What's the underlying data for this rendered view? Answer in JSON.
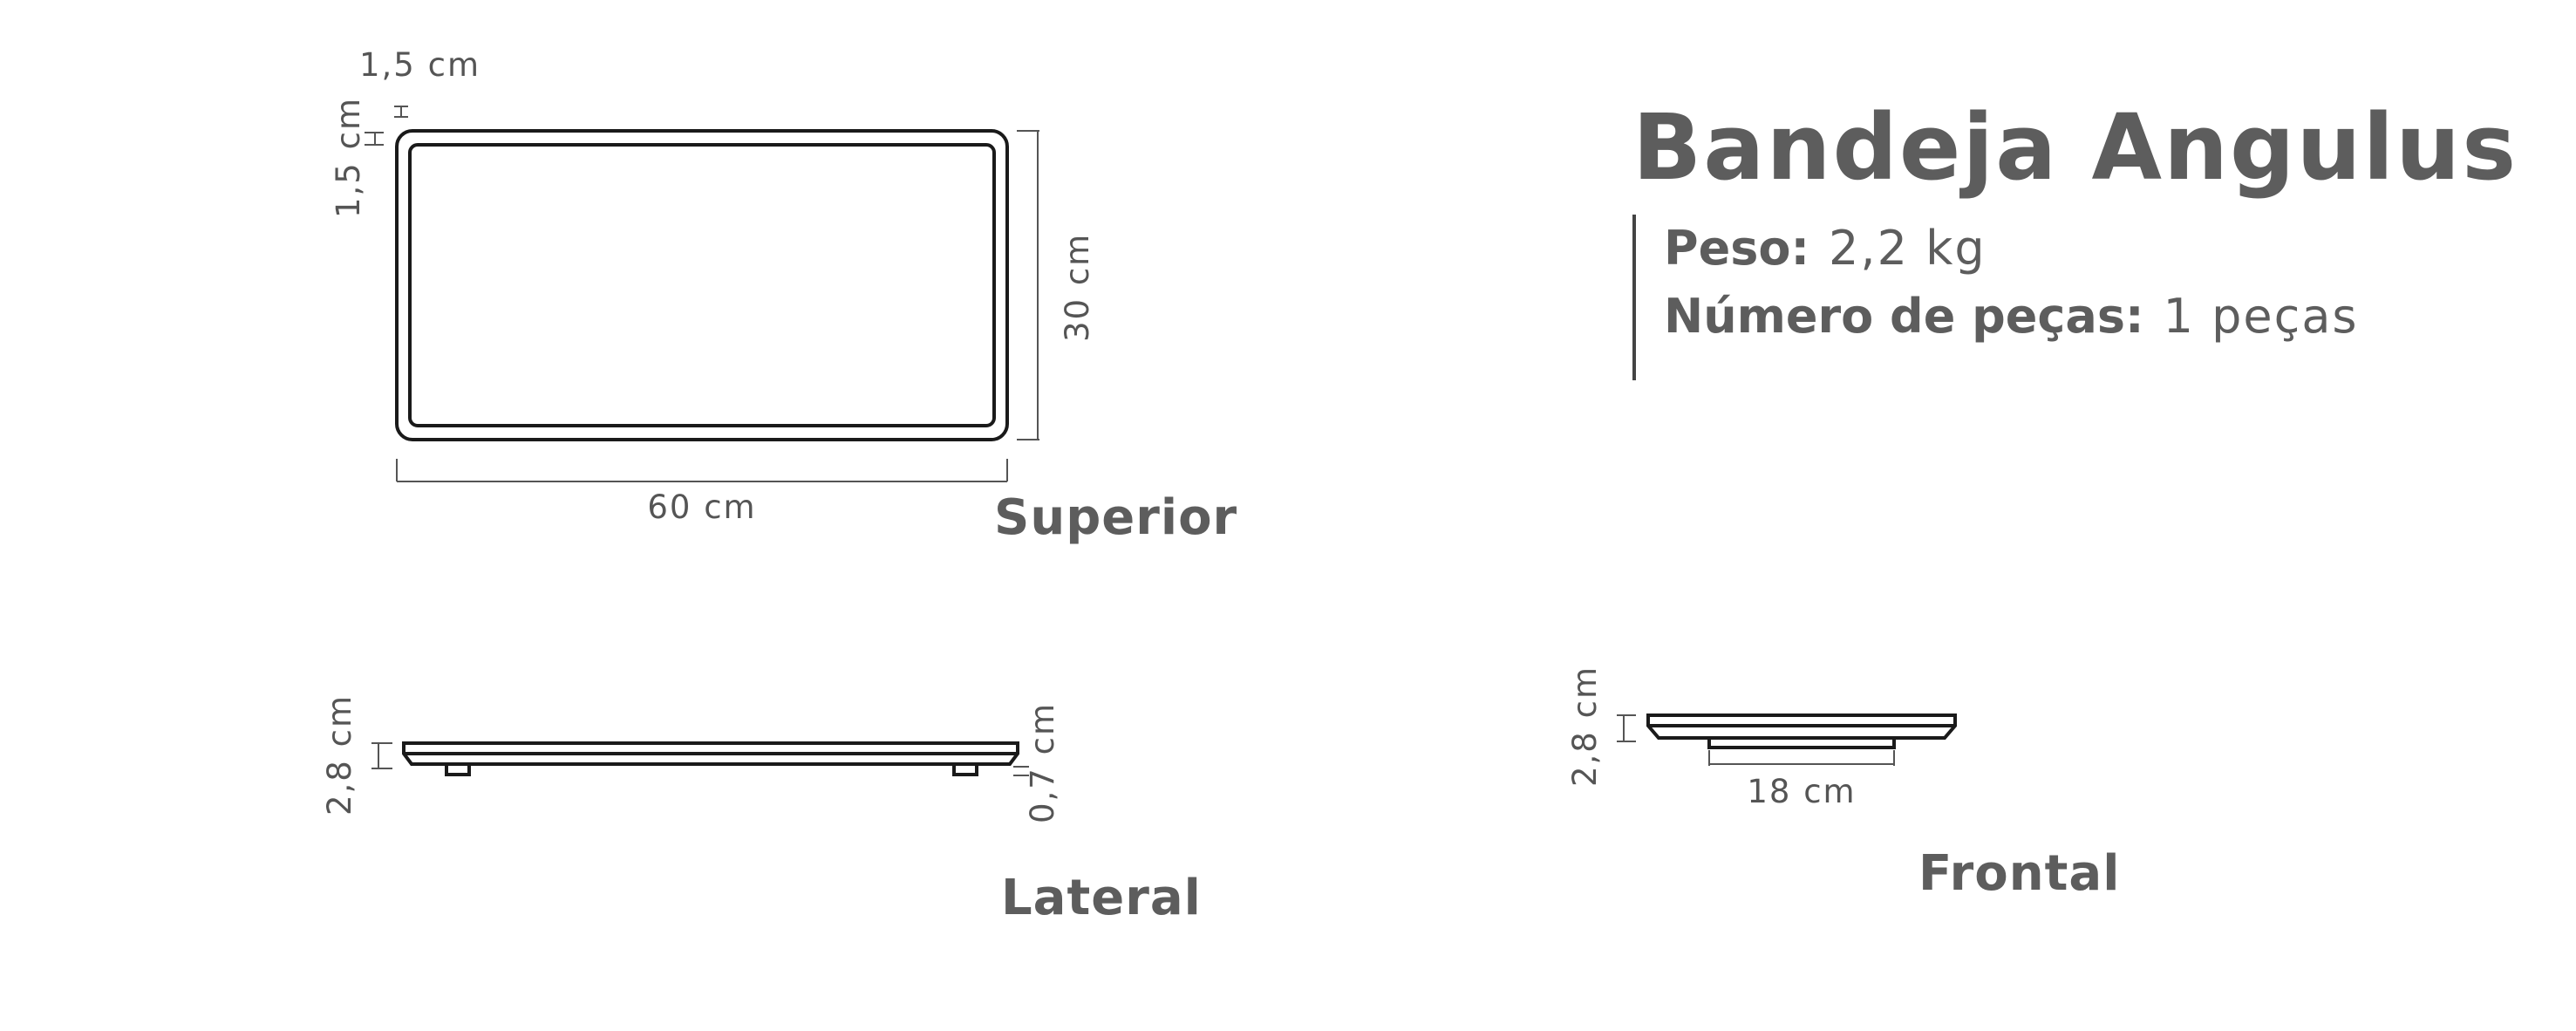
{
  "product": {
    "title": "Bandeja Angulus",
    "specs": [
      {
        "label": "Peso:",
        "value": "2,2 kg"
      },
      {
        "label": "Número de peças:",
        "value": "1 peças"
      }
    ]
  },
  "views": {
    "superior": {
      "label": "Superior",
      "border_top": "1,5 cm",
      "border_side": "1,5 cm",
      "height": "30 cm",
      "width": "60 cm"
    },
    "lateral": {
      "label": "Lateral",
      "total_height": "2,8 cm",
      "foot_height": "0,7 cm"
    },
    "frontal": {
      "label": "Frontal",
      "total_height": "2,8 cm",
      "base_width": "18 cm"
    }
  }
}
